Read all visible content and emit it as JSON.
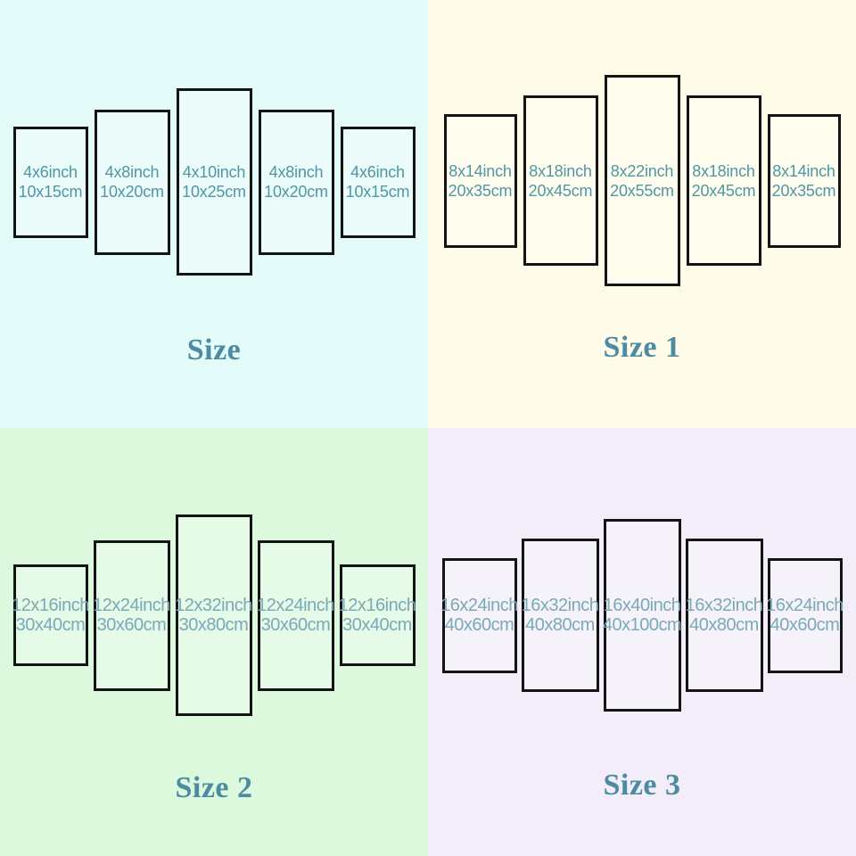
{
  "colors": {
    "panel_border": "#141414",
    "title_text": "#4d8ba2",
    "label_text_top": "#4f96a6",
    "label_text_bottom": "#7aa9b8"
  },
  "quadrants": [
    {
      "id": "size",
      "title": "Size",
      "bg": "#e3fbf9",
      "panels": [
        {
          "line1": "4x6inch",
          "line2": "10x15cm"
        },
        {
          "line1": "4x8inch",
          "line2": "10x20cm"
        },
        {
          "line1": "4x10inch",
          "line2": "10x25cm"
        },
        {
          "line1": "4x8inch",
          "line2": "10x20cm"
        },
        {
          "line1": "4x6inch",
          "line2": "10x15cm"
        }
      ]
    },
    {
      "id": "size-1",
      "title": "Size 1",
      "bg": "#fefce8",
      "panels": [
        {
          "line1": "8x14inch",
          "line2": "20x35cm"
        },
        {
          "line1": "8x18inch",
          "line2": "20x45cm"
        },
        {
          "line1": "8x22inch",
          "line2": "20x55cm"
        },
        {
          "line1": "8x18inch",
          "line2": "20x45cm"
        },
        {
          "line1": "8x14inch",
          "line2": "20x35cm"
        }
      ]
    },
    {
      "id": "size-2",
      "title": "Size 2",
      "bg": "#dcf9de",
      "panels": [
        {
          "line1": "12x16inch",
          "line2": "30x40cm"
        },
        {
          "line1": "12x24inch",
          "line2": "30x60cm"
        },
        {
          "line1": "12x32inch",
          "line2": "30x80cm"
        },
        {
          "line1": "12x24inch",
          "line2": "30x60cm"
        },
        {
          "line1": "12x16inch",
          "line2": "30x40cm"
        }
      ]
    },
    {
      "id": "size-3",
      "title": "Size 3",
      "bg": "#f2edf8",
      "panels": [
        {
          "line1": "16x24inch",
          "line2": "40x60cm"
        },
        {
          "line1": "16x32inch",
          "line2": "40x80cm"
        },
        {
          "line1": "16x40inch",
          "line2": "40x100cm"
        },
        {
          "line1": "16x32inch",
          "line2": "40x80cm"
        },
        {
          "line1": "16x24inch",
          "line2": "40x60cm"
        }
      ]
    }
  ]
}
